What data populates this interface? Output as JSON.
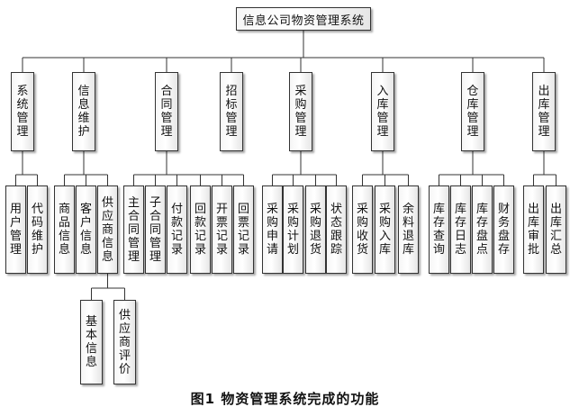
{
  "root": {
    "label": "信息公司物资管理系统"
  },
  "level1": [
    {
      "label": "系统管理"
    },
    {
      "label": "信息维护"
    },
    {
      "label": "合同管理"
    },
    {
      "label": "招标管理"
    },
    {
      "label": "采购管理"
    },
    {
      "label": "入库管理"
    },
    {
      "label": "仓库管理"
    },
    {
      "label": "出库管理"
    }
  ],
  "level2": [
    {
      "label": "用户管理"
    },
    {
      "label": "代码维护"
    },
    {
      "label": "商品信息"
    },
    {
      "label": "客户信息"
    },
    {
      "label": "供应商信息"
    },
    {
      "label": "主合同管理"
    },
    {
      "label": "子合同管理"
    },
    {
      "label": "付款记录"
    },
    {
      "label": "回款记录"
    },
    {
      "label": "开票记录"
    },
    {
      "label": "回票记录"
    },
    {
      "label": "采购申请"
    },
    {
      "label": "采购计划"
    },
    {
      "label": "采购退货"
    },
    {
      "label": "状态跟踪"
    },
    {
      "label": "采购收货"
    },
    {
      "label": "采购入库"
    },
    {
      "label": "余料退库"
    },
    {
      "label": "库存查询"
    },
    {
      "label": "库存日志"
    },
    {
      "label": "库存盘点"
    },
    {
      "label": "财务盘存"
    },
    {
      "label": "出库审批"
    },
    {
      "label": "出库汇总"
    }
  ],
  "level3": [
    {
      "label": "基本信息"
    },
    {
      "label": "供应商评价"
    }
  ],
  "caption": "图1  物资管理系统完成的功能"
}
